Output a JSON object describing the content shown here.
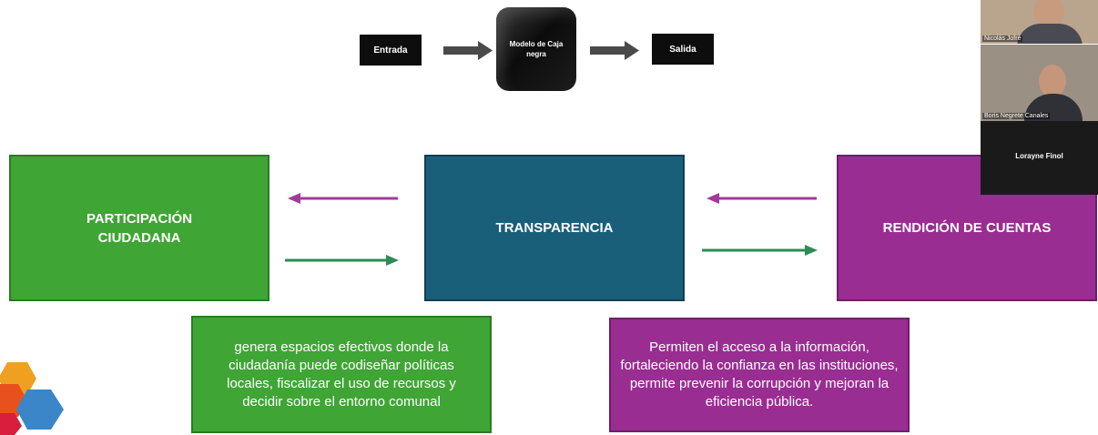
{
  "black_box_model": {
    "input_label": "Entrada",
    "model_label": "Modelo de Caja negra",
    "output_label": "Salida"
  },
  "boxes": {
    "participacion": "PARTICIPACIÓN CIUDADANA",
    "transparencia": "TRANSPARENCIA",
    "rendicion": "RENDICIÓN DE CUENTAS"
  },
  "notes": {
    "participacion": "genera espacios efectivos donde la ciudadanía puede codiseñar políticas locales, fiscalizar el uso de recursos y decidir sobre el entorno comunal",
    "transparencia": "Permiten el acceso a la información, fortaleciendo la confianza en las instituciones, permite prevenir la corrupción y mejoran la eficiencia pública."
  },
  "participants": [
    {
      "name": "Nicolás Jofré"
    },
    {
      "name": "Boris Negrete Canales"
    },
    {
      "name": "Lorayne Finol"
    }
  ],
  "colors": {
    "green": "#3fa535",
    "blue": "#1a5f7a",
    "purple": "#9a2d91",
    "arrow_green": "#2e8b57",
    "arrow_purple": "#a23a9a"
  }
}
